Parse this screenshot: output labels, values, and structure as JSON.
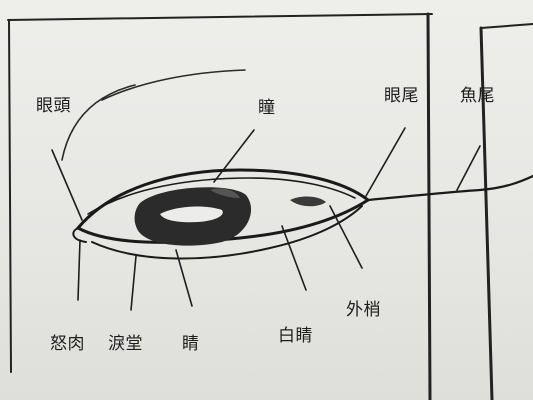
{
  "diagram": {
    "labels": {
      "eye_head": "眼頭",
      "pupil": "瞳",
      "eye_tail": "眼尾",
      "fish_tail": "魚尾",
      "caruncle": "怒肉",
      "tear_hall": "淚堂",
      "iris": "睛",
      "white": "白睛",
      "outer_corner": "外梢"
    }
  }
}
